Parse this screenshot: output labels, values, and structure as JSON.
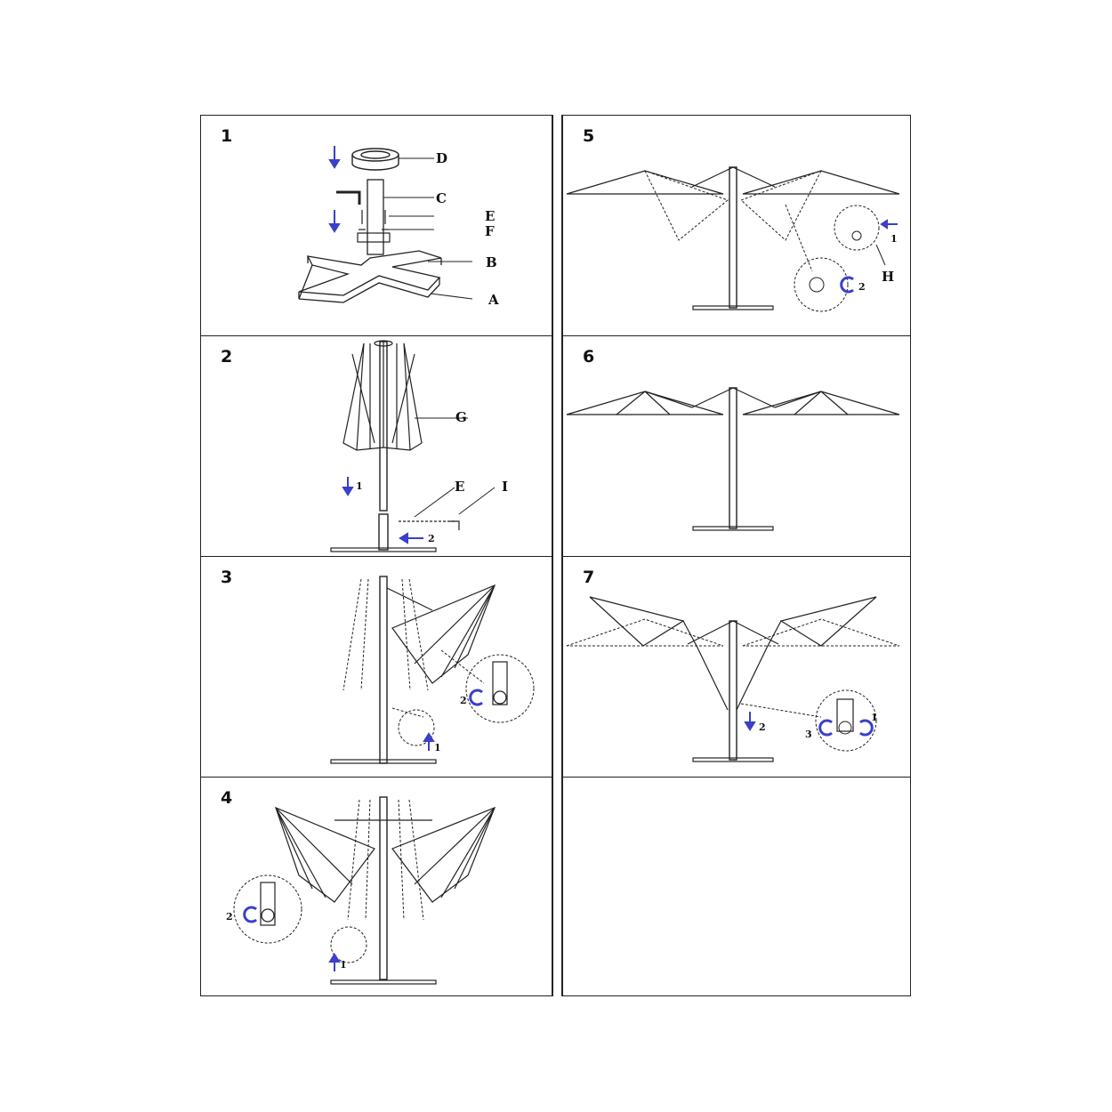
{
  "steps": [
    {
      "number": "1",
      "labels": {
        "D": "D",
        "C": "C",
        "E": "E",
        "F": "F",
        "B": "B",
        "A": "A"
      }
    },
    {
      "number": "2",
      "labels": {
        "G": "G",
        "E": "E",
        "I": "I"
      },
      "callouts": [
        "1",
        "2"
      ]
    },
    {
      "number": "3",
      "callouts": [
        "1",
        "2"
      ]
    },
    {
      "number": "4",
      "callouts": [
        "1",
        "2"
      ]
    },
    {
      "number": "5",
      "labels": {
        "H": "H"
      },
      "callouts": [
        "1",
        "2"
      ]
    },
    {
      "number": "6"
    },
    {
      "number": "7",
      "callouts": [
        "1",
        "2",
        "3"
      ]
    }
  ],
  "colors": {
    "arrow": "#3b3fc9",
    "line": "#222222"
  }
}
